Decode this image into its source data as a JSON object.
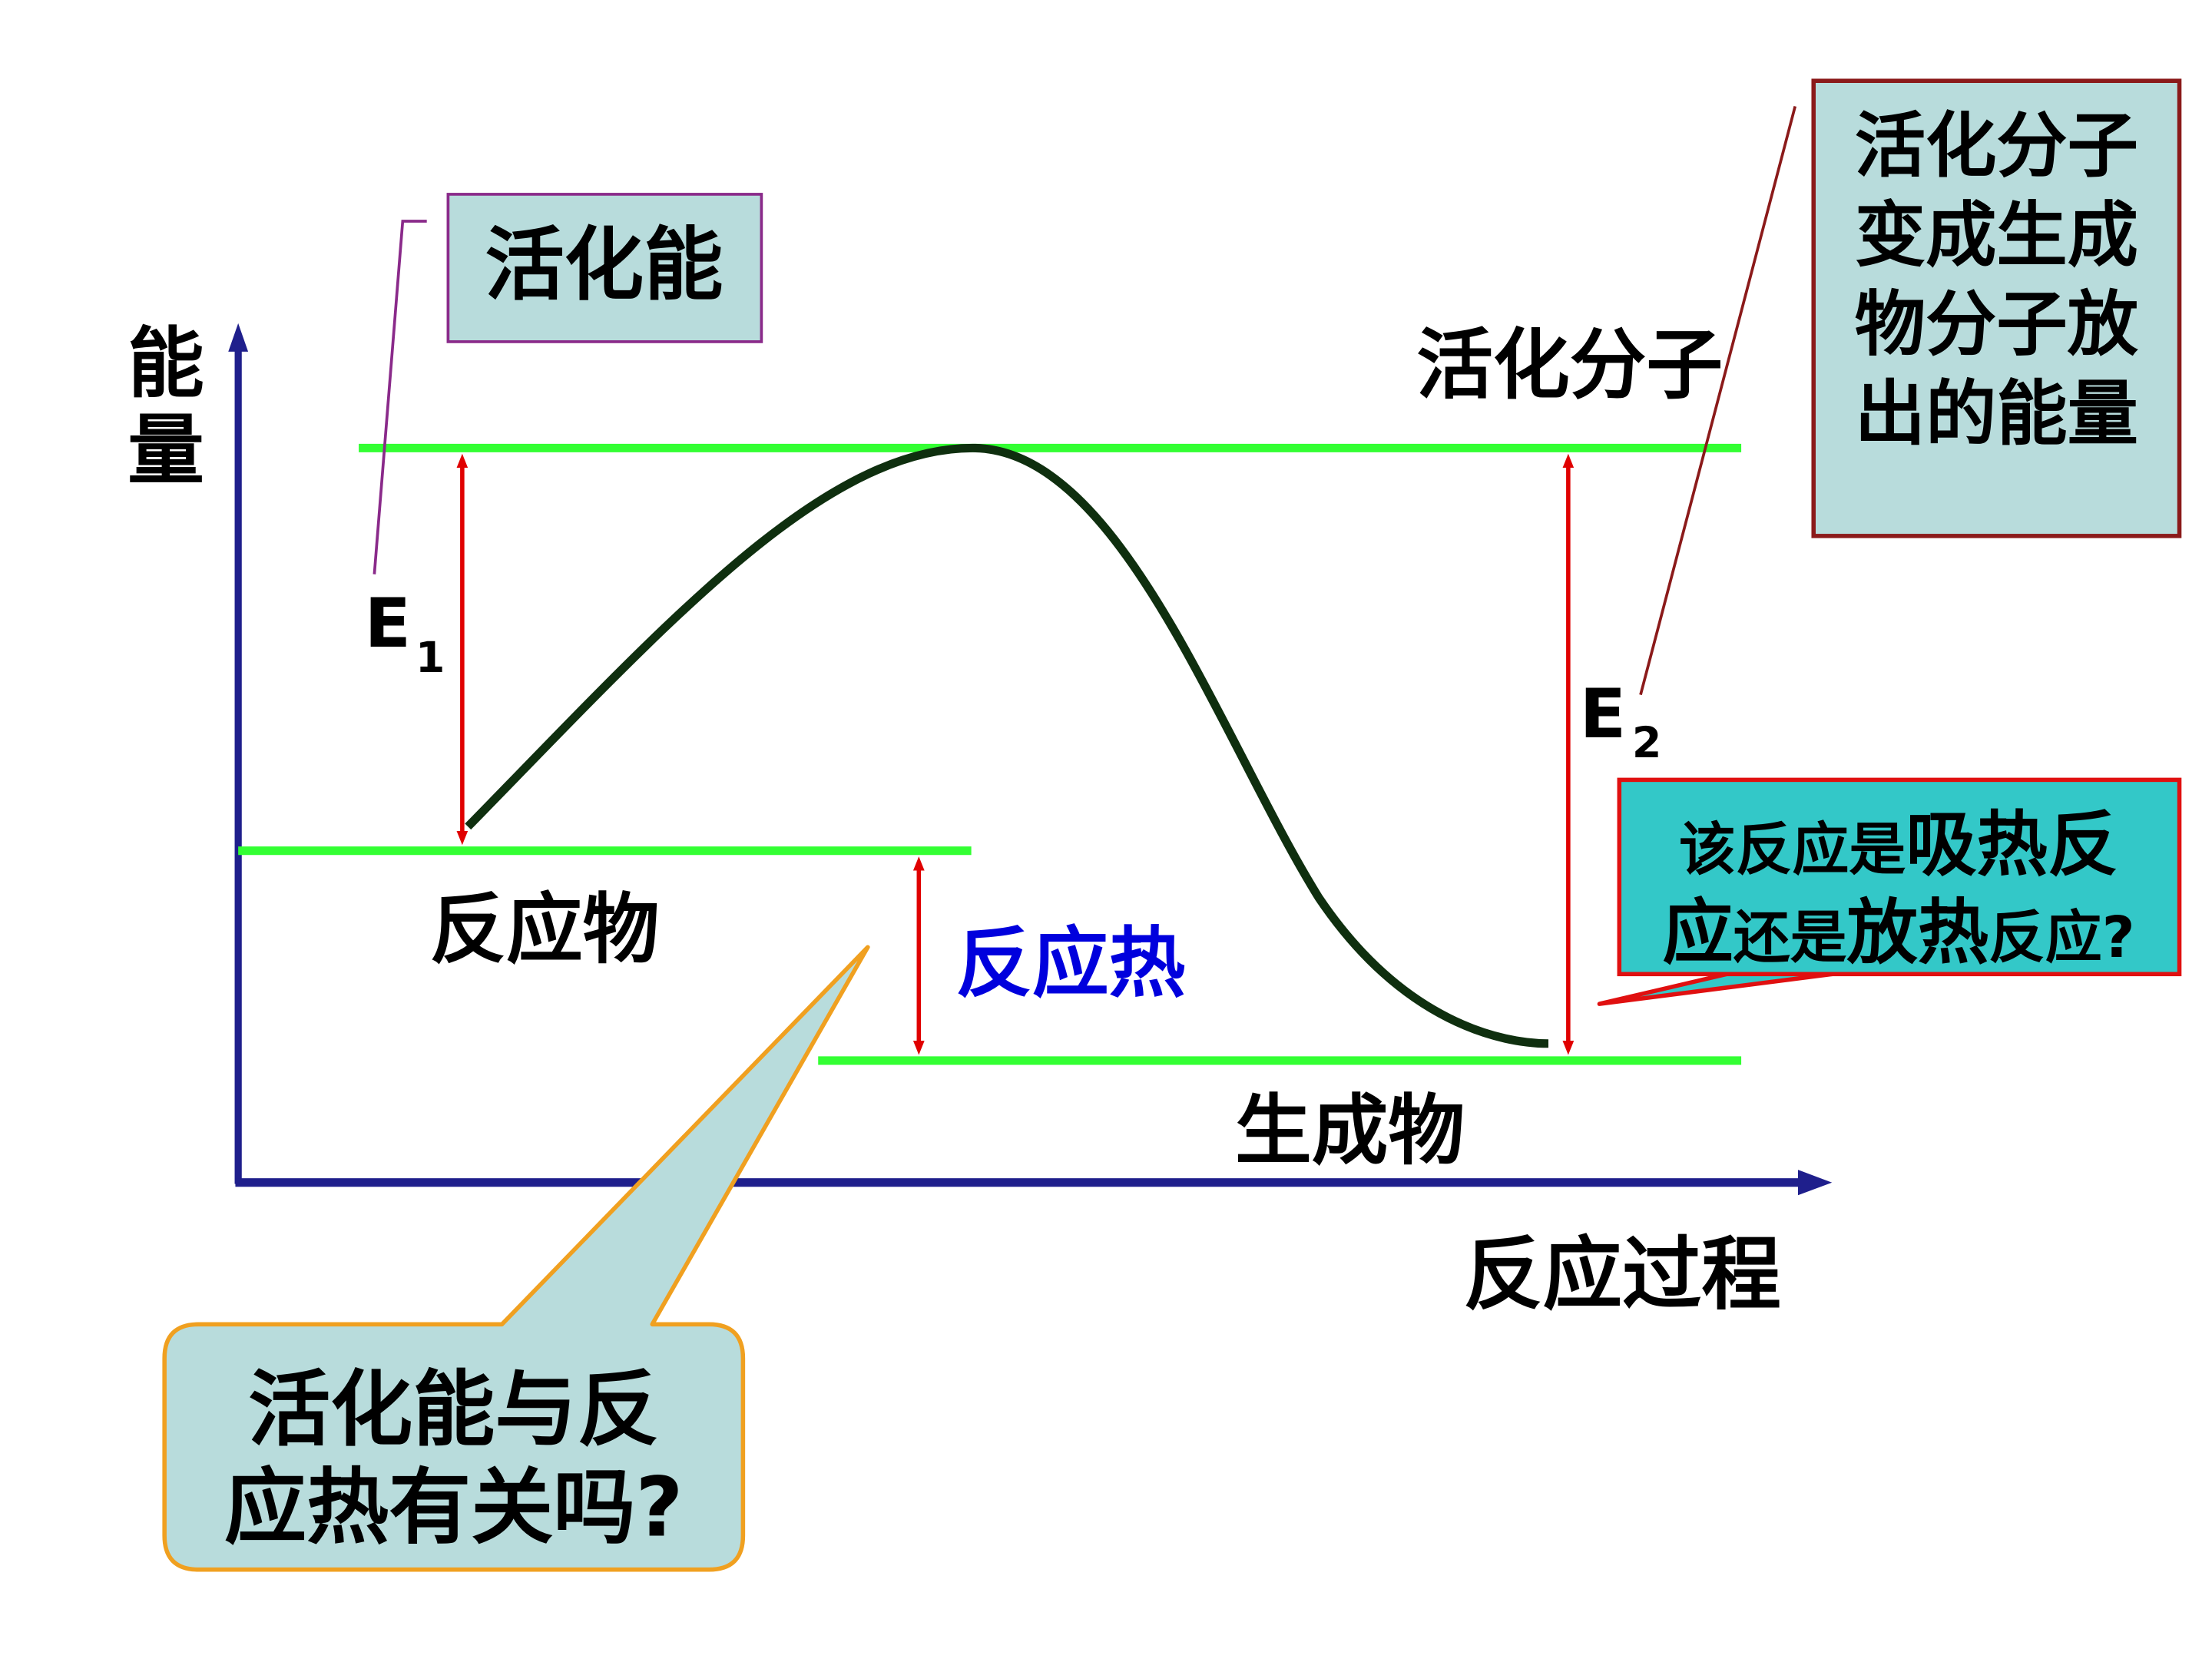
{
  "axes": {
    "y_label_line1": "能",
    "y_label_line2": "量",
    "x_label": "反应过程"
  },
  "levels": {
    "activated_label": "活化分子",
    "reactant_label": "反应物",
    "product_label": "生成物"
  },
  "arrows": {
    "e1_letter": "E",
    "e1_sub": "1",
    "e2_letter": "E",
    "e2_sub": "2",
    "heat_label": "反应热"
  },
  "callouts": {
    "activation_energy": "活化能",
    "released_line1": "活化分子",
    "released_line2": "变成生成",
    "released_line3": "物分子放",
    "released_line4": "出的能量",
    "question_line1_small": "该反应是",
    "question_line1_big": "吸热反",
    "question_line2_a": "应",
    "question_line2_b": "还是",
    "question_line2_c": "放热",
    "question_line2_d": "反应",
    "question_line2_e": "?",
    "relation_line1": "活化能与反",
    "relation_line2": "应热有关吗?"
  },
  "colors": {
    "axis": "#1f1f8c",
    "energy_level": "#33ff33",
    "arrow": "#e00000",
    "curve": "#0f2f0f",
    "heat_text": "#0000dd",
    "callout_fill": "#b8dcdc",
    "activation_border": "#8a2a8a",
    "released_border": "#8b1a1a",
    "question_fill": "#33c8c8",
    "question_border": "#e01010",
    "relation_border": "#f0a020"
  }
}
